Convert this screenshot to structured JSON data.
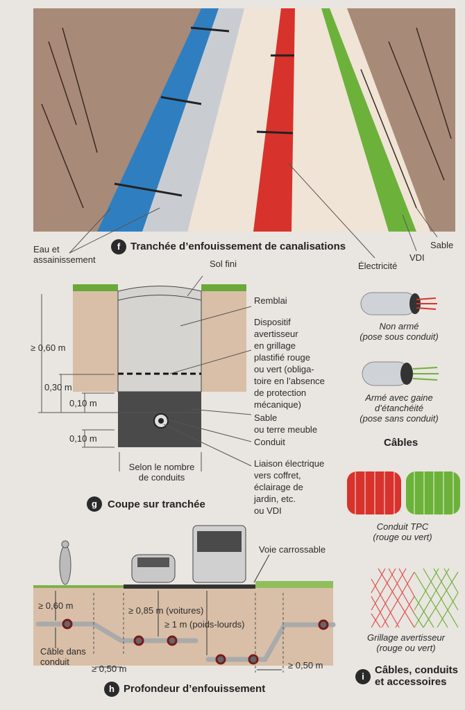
{
  "section_f": {
    "badge": "f",
    "title": "Tranchée d’enfouissement de canalisations",
    "labels": {
      "water": "Eau et\nassainissement",
      "electricity": "Électricité",
      "vdi": "VDI",
      "sand": "Sable"
    }
  },
  "section_g": {
    "badge": "g",
    "title": "Coupe sur tranchée",
    "labels": {
      "sol_fini": "Sol fini",
      "remblai": "Remblai",
      "dispositif": "Dispositif\navertisseur\nen grillage\nplastifié rouge\nou vert (obliga-\ntoire en l’absence\nde protection\nmécanique)",
      "sable": "Sable\nou terre meuble",
      "conduit": "Conduit",
      "liaison": "Liaison électrique\nvers coffret,\néclairage de\njardin, etc.\nou VDI",
      "width": "Selon le nombre\nde conduits"
    },
    "dimensions": {
      "total": "≥ 0,60 m",
      "grid": "0,30 m",
      "top_bed": "0,10 m",
      "bottom_bed": "0,10 m"
    }
  },
  "section_h": {
    "badge": "h",
    "title": "Profondeur d’enfouissement",
    "labels": {
      "road": "Voie carrossable",
      "cable": "Câble dans\nconduit"
    },
    "dimensions": {
      "garden": "≥ 0,60 m",
      "cars": "≥ 0,85 m (voitures)",
      "trucks": "≥ 1 m (poids-lourds)",
      "offset_left": "≥ 0,50 m",
      "offset_right": "≥ 0,50 m"
    }
  },
  "section_i": {
    "badge": "i",
    "title": "Câbles, conduits\net accessoires",
    "cables_heading": "Câbles",
    "items": {
      "non_arme": "Non armé\n(pose sous conduit)",
      "arme": "Armé avec gaine\nd’étanchéité\n(pose sans conduit)",
      "tpc": "Conduit TPC\n(rouge ou vert)",
      "grillage": "Grillage avertisseur\n(rouge ou vert)"
    }
  },
  "colors": {
    "page": "#e9e5e0",
    "earth": "#c7a88e",
    "red": "#d8322c",
    "green": "#6cb23a",
    "blue": "#2f7fc0",
    "dark": "#2a2a2a"
  }
}
